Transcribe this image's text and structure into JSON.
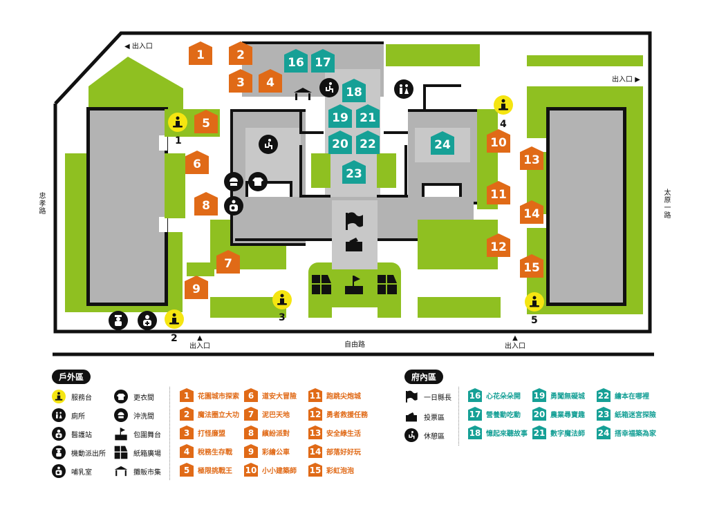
{
  "map": {
    "roads": {
      "left": "忠孝路",
      "right": "太原一路",
      "bottom": "自由路"
    },
    "entrances": [
      {
        "label": "出入口",
        "arrow": "◀",
        "position": "top-left"
      },
      {
        "label": "出入口",
        "arrow": "▶",
        "position": "right"
      },
      {
        "label": "出入口",
        "arrow": "▲",
        "position": "bottom-left"
      },
      {
        "label": "出入口",
        "arrow": "▲",
        "position": "bottom-right"
      }
    ],
    "service_desks": [
      "1",
      "2",
      "3",
      "4",
      "5"
    ],
    "outdoor_pins": [
      "1",
      "2",
      "3",
      "4",
      "5",
      "6",
      "7",
      "8",
      "9",
      "10",
      "11",
      "12",
      "13",
      "14",
      "15"
    ],
    "indoor_pins": [
      "16",
      "17",
      "18",
      "19",
      "20",
      "21",
      "22",
      "23",
      "24"
    ]
  },
  "legend": {
    "outdoor": {
      "title": "戶外區",
      "facilities_col1": [
        {
          "icon": "info-desk-icon",
          "label": "服務台"
        },
        {
          "icon": "restroom-icon",
          "label": "廁所"
        },
        {
          "icon": "first-aid-icon",
          "label": "醫護站"
        },
        {
          "icon": "police-icon",
          "label": "機動派出所"
        },
        {
          "icon": "nursing-room-icon",
          "label": "哺乳室"
        }
      ],
      "facilities_col2": [
        {
          "icon": "changing-room-icon",
          "label": "更衣間"
        },
        {
          "icon": "shower-icon",
          "label": "沖洗間"
        },
        {
          "icon": "stage-icon",
          "label": "包圍舞台"
        },
        {
          "icon": "cardboard-plaza-icon",
          "label": "紙箱廣場"
        },
        {
          "icon": "market-stall-icon",
          "label": "攤販市集"
        }
      ],
      "activities": [
        {
          "num": "1",
          "label": "花園城市探索"
        },
        {
          "num": "2",
          "label": "魔法圈立大功"
        },
        {
          "num": "3",
          "label": "打怪廉盟"
        },
        {
          "num": "4",
          "label": "稅務生存戰"
        },
        {
          "num": "5",
          "label": "極限挑戰王"
        },
        {
          "num": "6",
          "label": "道安大冒險"
        },
        {
          "num": "7",
          "label": "泥巴天地"
        },
        {
          "num": "8",
          "label": "繽紛派對"
        },
        {
          "num": "9",
          "label": "彩繪公車"
        },
        {
          "num": "10",
          "label": "小小建築師"
        },
        {
          "num": "11",
          "label": "跑跳尖炮城"
        },
        {
          "num": "12",
          "label": "勇者救援任務"
        },
        {
          "num": "13",
          "label": "安全綠生活"
        },
        {
          "num": "14",
          "label": "部落好好玩"
        },
        {
          "num": "15",
          "label": "彩虹泡泡"
        }
      ]
    },
    "indoor": {
      "title": "府內區",
      "facilities": [
        {
          "icon": "flag-icon",
          "label": "一日縣長"
        },
        {
          "icon": "ballot-box-icon",
          "label": "投票區"
        },
        {
          "icon": "rest-area-icon",
          "label": "休憩區"
        }
      ],
      "activities": [
        {
          "num": "16",
          "label": "心花朵朵開"
        },
        {
          "num": "17",
          "label": "營養動吃動"
        },
        {
          "num": "18",
          "label": "憶起來聽故事"
        },
        {
          "num": "19",
          "label": "勇闖無礙城"
        },
        {
          "num": "20",
          "label": "農業尋寶趣"
        },
        {
          "num": "21",
          "label": "數字魔法師"
        },
        {
          "num": "22",
          "label": "繪本在哪裡"
        },
        {
          "num": "23",
          "label": "紙箱迷宮探險"
        },
        {
          "num": "24",
          "label": "搭幸福築為家"
        }
      ]
    }
  },
  "colors": {
    "outdoor_pin": "#e06a17",
    "indoor_pin": "#16a096",
    "lawn": "#8fc021",
    "building": "#b3b3b3",
    "info_desk": "#f5e511"
  }
}
